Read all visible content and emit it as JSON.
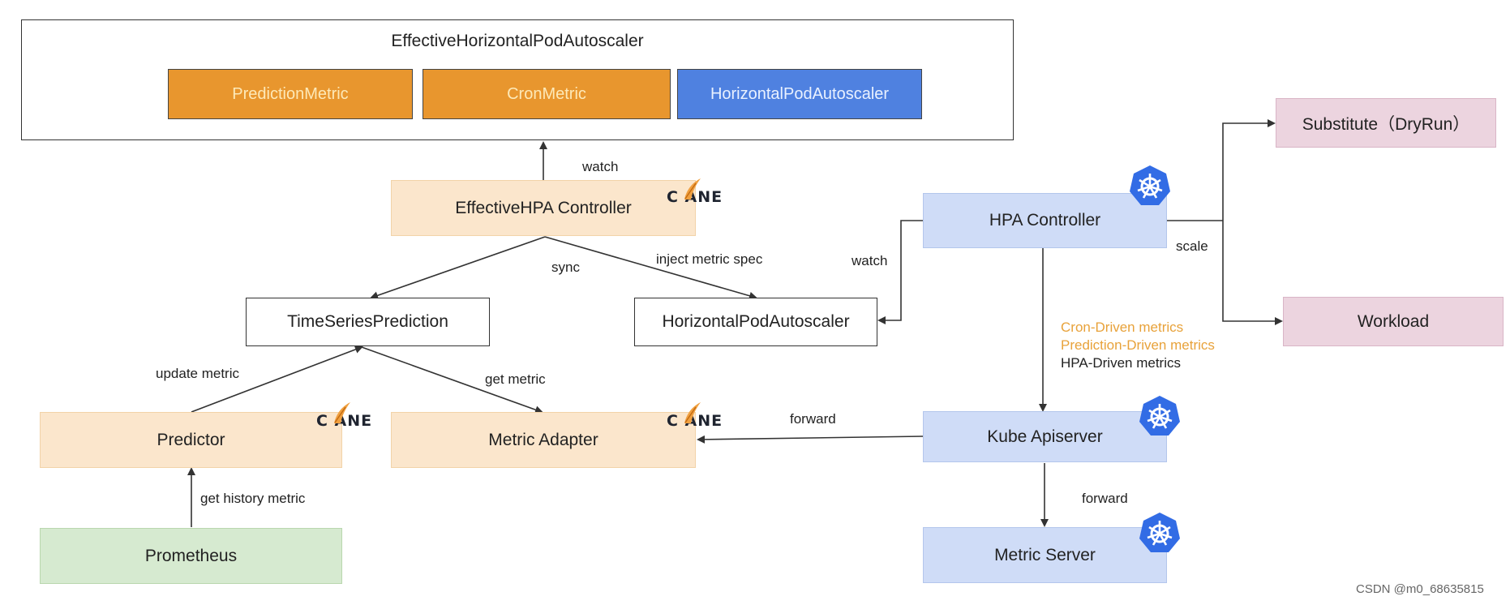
{
  "effective_hpa": {
    "title": "EffectiveHorizontalPodAutoscaler",
    "chips": [
      "PredictionMetric",
      "CronMetric",
      "HorizontalPodAutoscaler"
    ]
  },
  "nodes": {
    "effective_hpa_controller": "EffectiveHPA Controller",
    "time_series_prediction": "TimeSeriesPrediction",
    "horizontal_pod_autoscaler": "HorizontalPodAutoscaler",
    "predictor": "Predictor",
    "metric_adapter": "Metric Adapter",
    "prometheus": "Prometheus",
    "hpa_controller": "HPA Controller",
    "kube_apiserver": "Kube Apiserver",
    "metric_server": "Metric Server",
    "substitute": "Substitute（DryRun）",
    "workload": "Workload"
  },
  "edge_labels": {
    "watch_top": "watch",
    "sync": "sync",
    "inject_metric_spec": "inject metric spec",
    "watch_hpa": "watch",
    "scale": "scale",
    "update_metric": "update metric",
    "get_metric": "get metric",
    "forward_adapter": "forward",
    "get_history_metric": "get history metric",
    "forward_server": "forward"
  },
  "metric_types": {
    "cron": "Cron-Driven metrics",
    "prediction": "Prediction-Driven metrics",
    "hpa": "HPA-Driven metrics"
  },
  "logos": {
    "crane_text": "C ANE",
    "crane_icon": "crane-feather-icon",
    "k8s_icon": "kubernetes-helm-icon"
  },
  "colors": {
    "peach": "#fbe6cc",
    "blue": "#cfdcf7",
    "green": "#d6ead0",
    "pink": "#ecd4df",
    "orange_chip": "#e8962e",
    "blue_chip": "#4f81e0",
    "metric_highlight": "#e8a23a",
    "k8s_blue": "#326ce5"
  },
  "watermark": "CSDN @m0_68635815"
}
